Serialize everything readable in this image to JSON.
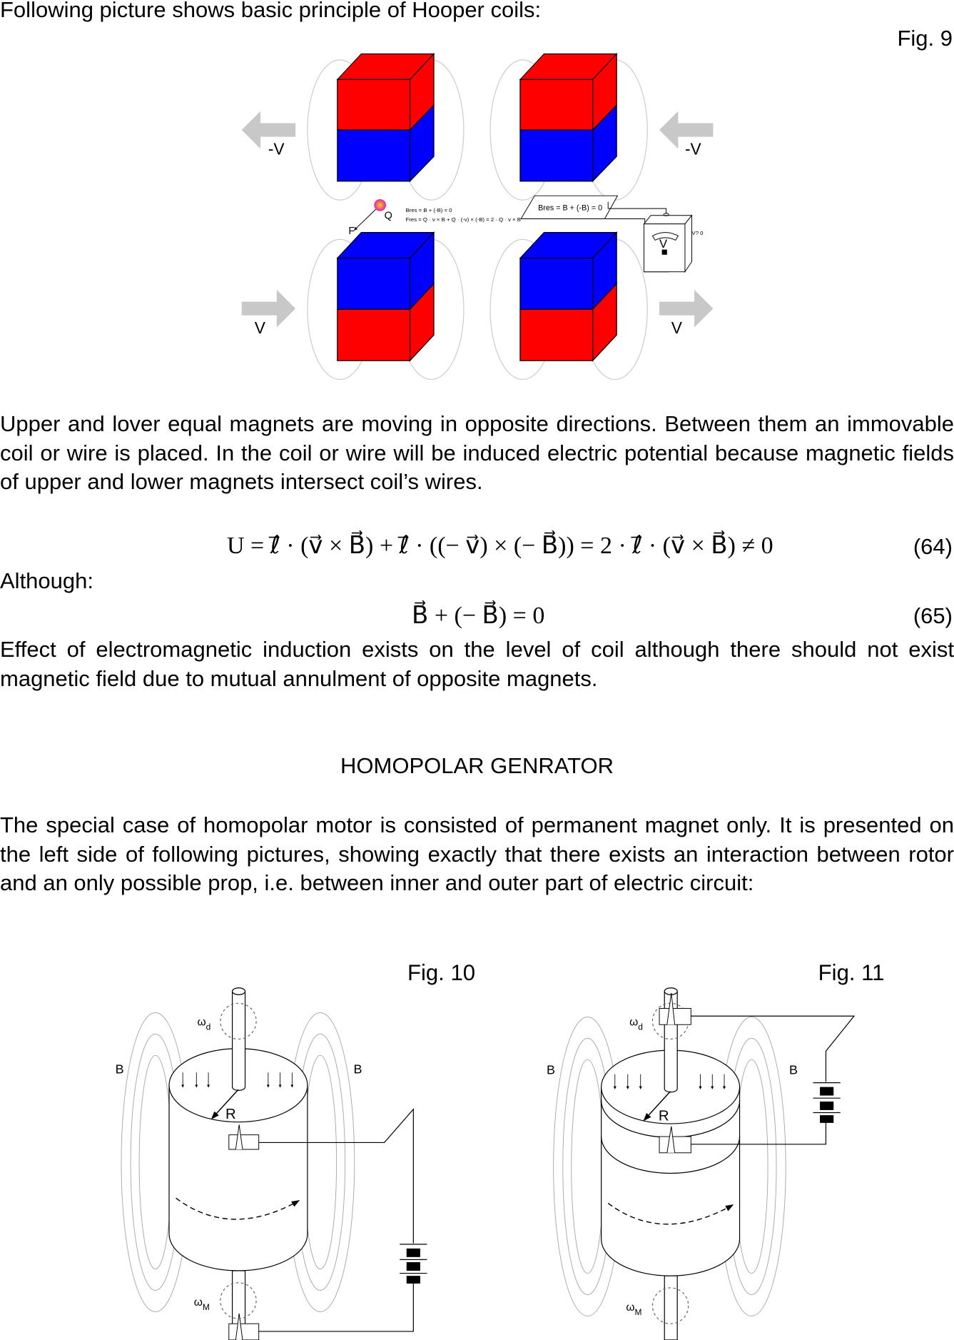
{
  "intro": "Following picture shows basic principle of Hooper coils:",
  "fig9": {
    "label": "Fig. 9",
    "arrow_up_left": "-V",
    "arrow_up_right": "-V",
    "arrow_down_left": "V",
    "arrow_down_right": "V",
    "charge": "Q",
    "force": "F",
    "formula1": "Bres = B + (-B) = 0",
    "formula2": "Fres = Q · v × B + Q · (-v) × (-B) = 2 · Q · v × B",
    "plate_formula": "Bres = B + (-B) = 0",
    "meter_label": "V",
    "meter_reading": "V?  0",
    "colors": {
      "north": "#ff0000",
      "south": "#0000ff"
    }
  },
  "para1": "Upper and lover equal magnets are moving in opposite directions. Between them an immovable coil or wire is placed. In the coil or wire will be induced electric potential because magnetic fields of upper and lower magnets intersect coil’s wires.",
  "eq64": {
    "formula": "U = ℓ⃗ · (v⃗ × B⃗) + ℓ⃗ · ((− v⃗) × (− B⃗)) = 2 · ℓ⃗ · (v⃗ × B⃗) ≠ 0",
    "number": "(64)"
  },
  "although": "Although:",
  "eq65": {
    "formula": "B⃗ + (− B⃗) = 0",
    "number": "(65)"
  },
  "para2": "Effect of electromagnetic induction exists on the level of coil although there should not exist magnetic field due to mutual annulment of opposite magnets.",
  "heading": "HOMOPOLAR GENRATOR",
  "para3": "The special case of homopolar motor is consisted of permanent magnet only. It is presented on the left side of following pictures, showing exactly that there exists an interaction between rotor and an only possible prop, i.e. between inner and outer part of electric circuit:",
  "fig10": {
    "label": "Fig. 10",
    "b_left": "B",
    "b_right": "B",
    "radius": "R",
    "omega_d": "ω",
    "omega_d_sub": "d",
    "omega_m": "ω",
    "omega_m_sub": "M"
  },
  "fig11": {
    "label": "Fig. 11",
    "b_left": "B",
    "b_right": "B",
    "radius": "R",
    "omega_d": "ω",
    "omega_d_sub": "d",
    "omega_m": "ω",
    "omega_m_sub": "M"
  }
}
